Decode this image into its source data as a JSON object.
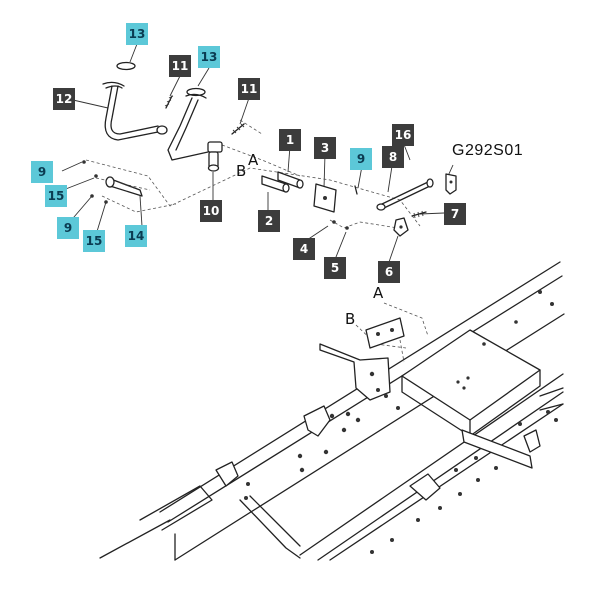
{
  "diagram_code": "G292S01",
  "callouts": [
    {
      "id": "c13a",
      "number": "13",
      "color": "cyan"
    },
    {
      "id": "c13b",
      "number": "13",
      "color": "cyan"
    },
    {
      "id": "c11a",
      "number": "11",
      "color": "dark"
    },
    {
      "id": "c11b",
      "number": "11",
      "color": "dark"
    },
    {
      "id": "c12",
      "number": "12",
      "color": "dark"
    },
    {
      "id": "c9a",
      "number": "9",
      "color": "cyan"
    },
    {
      "id": "c15a",
      "number": "15",
      "color": "cyan"
    },
    {
      "id": "c9b",
      "number": "9",
      "color": "cyan"
    },
    {
      "id": "c15b",
      "number": "15",
      "color": "cyan"
    },
    {
      "id": "c14",
      "number": "14",
      "color": "cyan"
    },
    {
      "id": "c10",
      "number": "10",
      "color": "dark"
    },
    {
      "id": "c1",
      "number": "1",
      "color": "dark"
    },
    {
      "id": "c2",
      "number": "2",
      "color": "dark"
    },
    {
      "id": "c3",
      "number": "3",
      "color": "dark"
    },
    {
      "id": "c4",
      "number": "4",
      "color": "dark"
    },
    {
      "id": "c5",
      "number": "5",
      "color": "dark"
    },
    {
      "id": "c9c",
      "number": "9",
      "color": "cyan"
    },
    {
      "id": "c8",
      "number": "8",
      "color": "dark"
    },
    {
      "id": "c16",
      "number": "16",
      "color": "dark"
    },
    {
      "id": "c7",
      "number": "7",
      "color": "dark"
    },
    {
      "id": "c6",
      "number": "6",
      "color": "dark"
    }
  ],
  "reference_letters": {
    "top_a": "A",
    "top_b": "B",
    "bottom_a": "A",
    "bottom_b": "B"
  },
  "colors": {
    "dark_callout": "#3c3c3c",
    "cyan_callout": "#5cc8d8",
    "line": "#222222"
  }
}
